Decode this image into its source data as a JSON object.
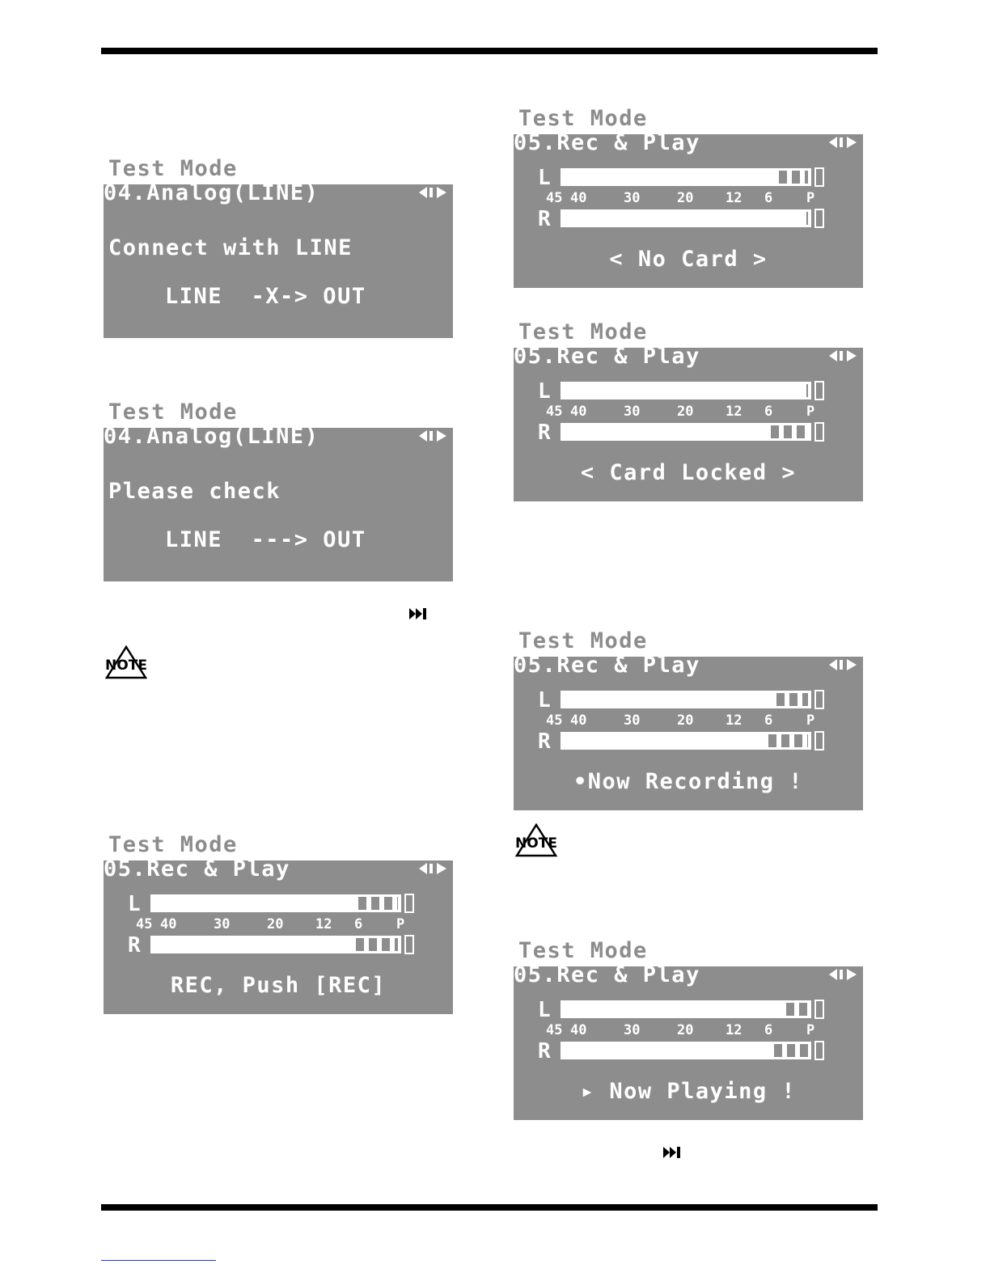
{
  "page": {
    "screens": [
      {
        "caption": "Test Mode",
        "header": "04.Analog(LINE)",
        "line3": "Connect with LINE",
        "line4": "LINE  -X-> OUT"
      },
      {
        "caption": "Test Mode",
        "header": "04.Analog(LINE)",
        "line3": "Please check",
        "line4": "LINE  ---> OUT"
      },
      {
        "caption": "Test Mode",
        "header": "05.Rec & Play",
        "meter_l": "L",
        "meter_r": "R",
        "message": "REC, Push [REC]",
        "level_l": 0.83,
        "level_r": 0.82
      },
      {
        "caption": "Test Mode",
        "header": "05.Rec & Play",
        "meter_l": "L",
        "meter_r": "R",
        "message": "< No Card >",
        "level_l": 0.87,
        "level_r": 0.98
      },
      {
        "caption": "Test Mode",
        "header": "05.Rec & Play",
        "meter_l": "L",
        "meter_r": "R",
        "message": "< Card Locked >",
        "level_l": 0.98,
        "level_r": 0.84
      },
      {
        "caption": "Test Mode",
        "header": "05.Rec & Play",
        "meter_l": "L",
        "meter_r": "R",
        "message": "•Now Recording !",
        "level_l": 0.86,
        "level_r": 0.83
      },
      {
        "caption": "Test Mode",
        "header": "05.Rec & Play",
        "meter_l": "L",
        "meter_r": "R",
        "message": "▸ Now Playing !",
        "level_l": 0.9,
        "level_r": 0.85
      }
    ],
    "scale": [
      "45",
      "40",
      "30",
      "20",
      "12",
      "6",
      "P"
    ],
    "note_icon_text": "NOTE",
    "icons": [
      "fast-forward-icon",
      "note-icon",
      "cursor-arrows-icon"
    ]
  }
}
